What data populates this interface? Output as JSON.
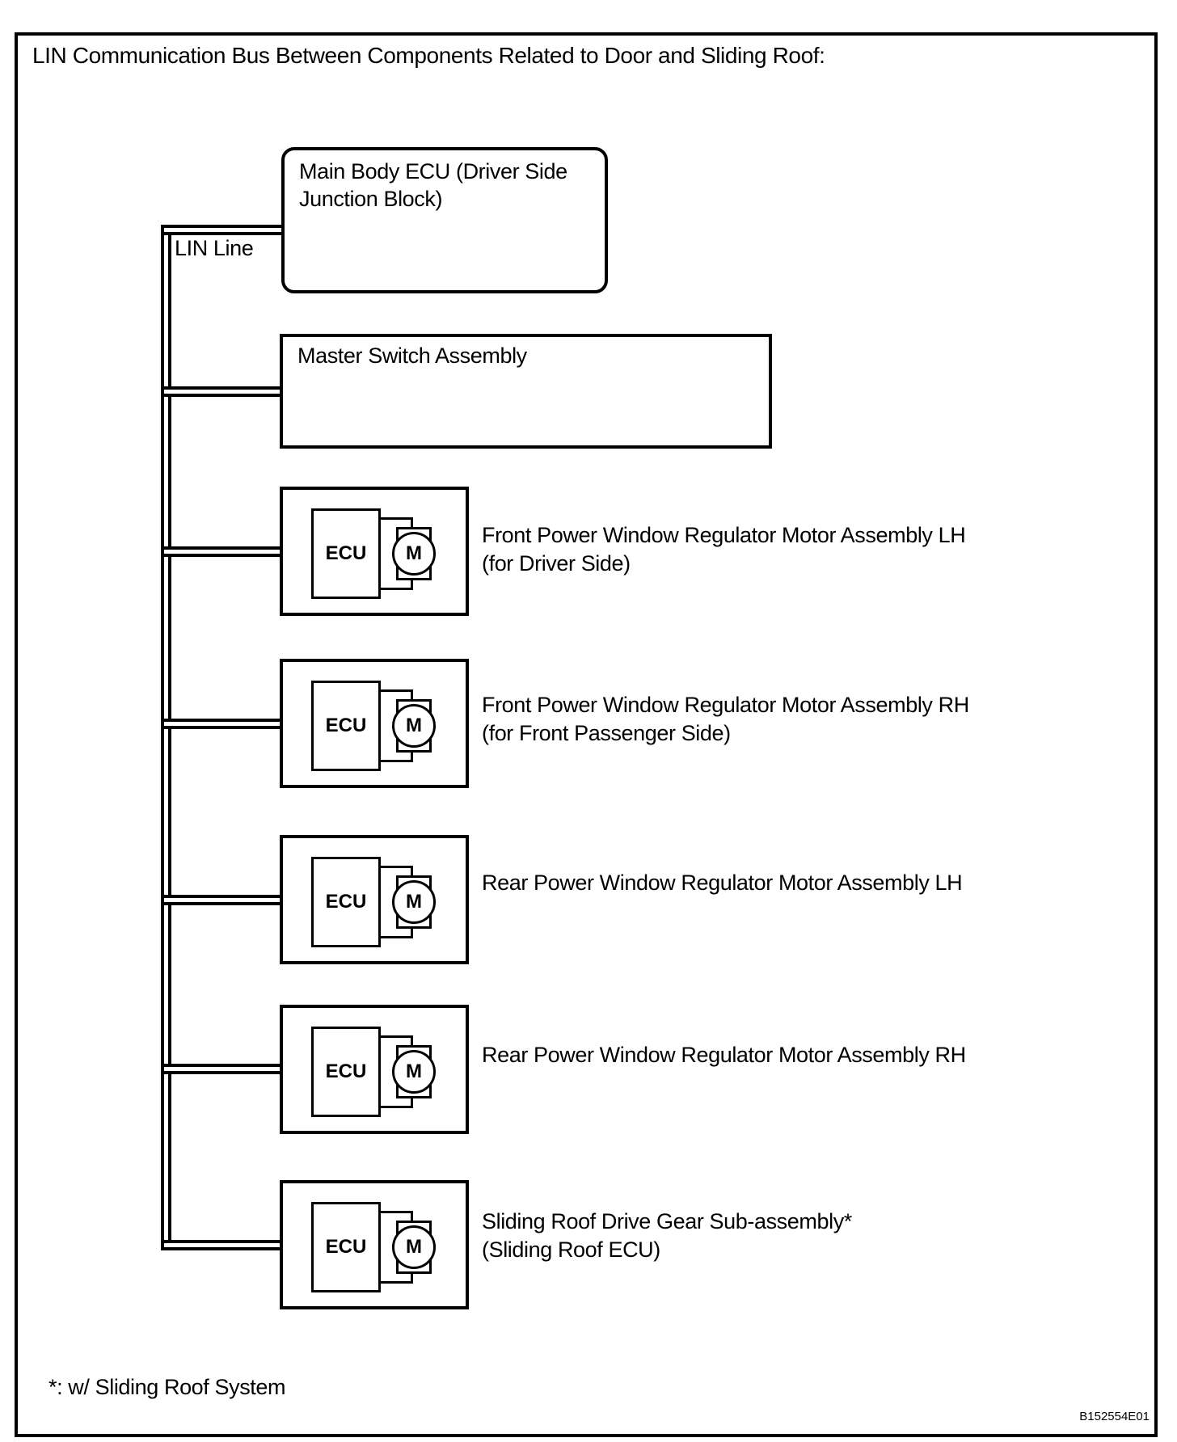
{
  "page": {
    "title": "LIN Communication Bus Between Components Related to Door and Sliding Roof:",
    "footnote": "*: w/ Sliding Roof System",
    "reference": "B152554E01"
  },
  "bus": {
    "label": "LIN Line"
  },
  "nodes": {
    "main_body_ecu": {
      "label": "Main Body ECU (Driver Side Junction Block)"
    },
    "master_switch": {
      "label": "Master Switch Assembly"
    }
  },
  "components": [
    {
      "ecu_label": "ECU",
      "motor_label": "M",
      "name_line1": "Front Power Window Regulator Motor Assembly LH",
      "name_line2": "(for Driver Side)"
    },
    {
      "ecu_label": "ECU",
      "motor_label": "M",
      "name_line1": "Front Power Window Regulator Motor Assembly RH",
      "name_line2": "(for Front Passenger Side)"
    },
    {
      "ecu_label": "ECU",
      "motor_label": "M",
      "name_line1": "Rear Power Window Regulator Motor Assembly LH",
      "name_line2": ""
    },
    {
      "ecu_label": "ECU",
      "motor_label": "M",
      "name_line1": "Rear Power Window Regulator Motor Assembly RH",
      "name_line2": ""
    },
    {
      "ecu_label": "ECU",
      "motor_label": "M",
      "name_line1": "Sliding Roof Drive Gear Sub-assembly*",
      "name_line2": "(Sliding Roof ECU)"
    }
  ],
  "colors": {
    "line": "#000000",
    "background": "#ffffff"
  }
}
